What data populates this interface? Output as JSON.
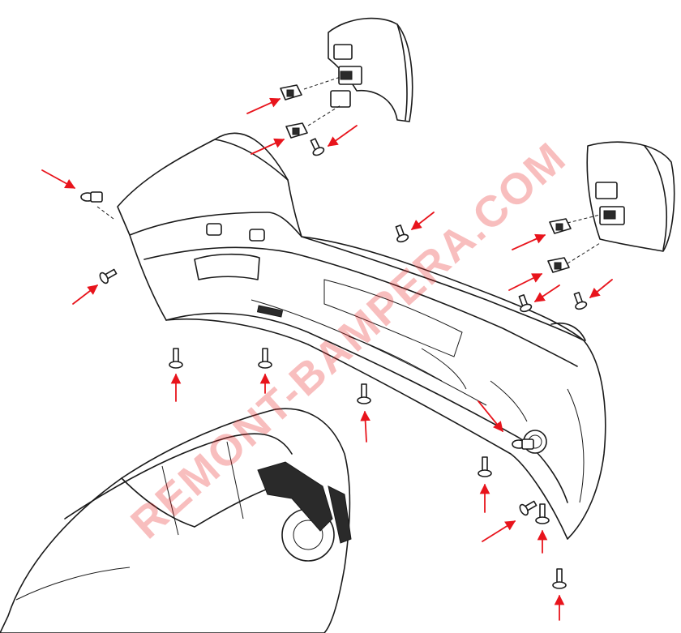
{
  "watermark": {
    "text": "REMONT-BAMPERA.COM",
    "color": "#e8141c"
  },
  "colors": {
    "arrow": "#e8141c",
    "line": "#1a1a1a"
  },
  "parts": [
    "rear-bumper",
    "left-tail-lamp",
    "right-tail-lamp",
    "car-outline",
    "bumper-fastener-bolt"
  ]
}
